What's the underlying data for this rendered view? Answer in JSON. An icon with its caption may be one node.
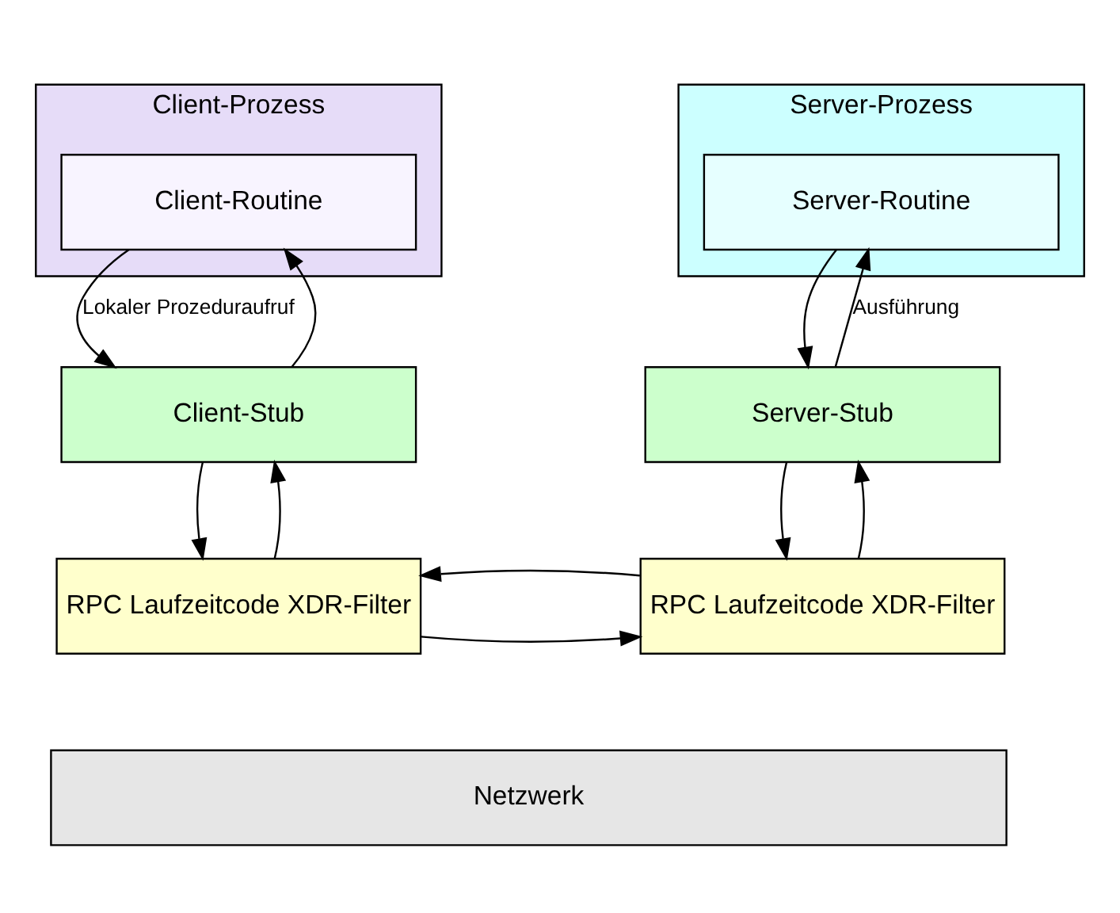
{
  "diagram": {
    "nodes": [
      {
        "text": [
          "Client-Prozess"
        ]
      },
      {
        "text": [
          "Client-Routine"
        ],
        "in": 0
      },
      {
        "text": [
          "Server-Prozess"
        ]
      },
      {
        "text": [
          "Server-Routine"
        ],
        "in": 2
      },
      {
        "text": [
          "Client-Stub"
        ]
      },
      {
        "text": [
          "Server-Stub"
        ]
      },
      {
        "text": [
          "RPC Laufzeitcode XDR-Filter"
        ]
      },
      {
        "text": [
          "RPC Laufzeitcode XDR-Filter"
        ]
      },
      {
        "text": [
          "Netzwerk"
        ]
      }
    ],
    "edges": [
      {
        "from": 1,
        "to": 4,
        "arrow": "to",
        "label": "Lokaler Prozeduraufruf"
      },
      {
        "from": 4,
        "to": 1,
        "arrow": "to"
      },
      {
        "from": 3,
        "to": 5,
        "arrow": "to"
      },
      {
        "from": 5,
        "to": 3,
        "arrow": "to",
        "label": "Ausführung"
      },
      {
        "from": 4,
        "to": 6,
        "arrow": "to"
      },
      {
        "from": 6,
        "to": 4,
        "arrow": "to"
      },
      {
        "from": 5,
        "to": 7,
        "arrow": "to"
      },
      {
        "from": 7,
        "to": 5,
        "arrow": "to"
      },
      {
        "from": 6,
        "to": 7,
        "arrow": "to"
      },
      {
        "from": 7,
        "to": 6,
        "arrow": "to"
      }
    ]
  }
}
